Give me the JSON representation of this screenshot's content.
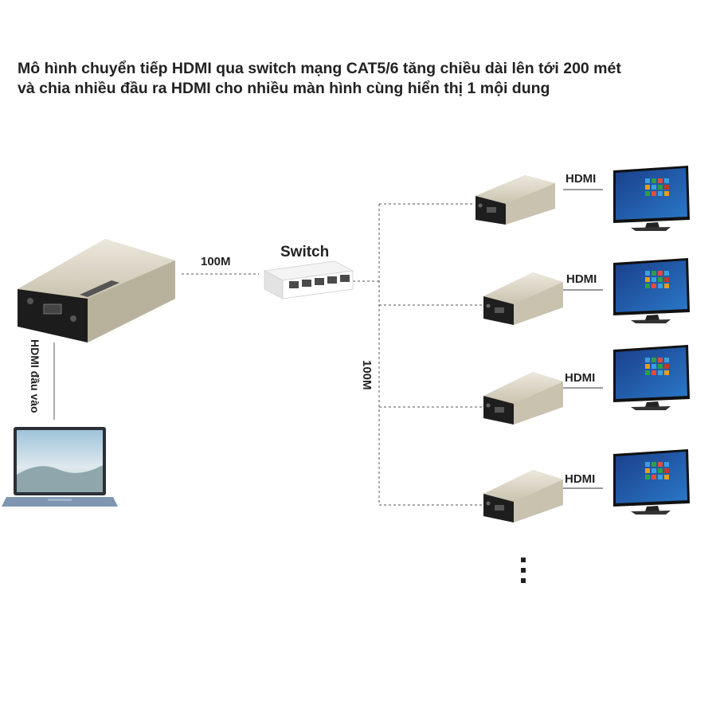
{
  "title": {
    "line1": "Mô hình chuyển tiếp HDMI qua switch mạng CAT5/6 tăng chiều dài lên tới 200 mét",
    "line2": "và chia nhiều đầu ra HDMI cho nhiều màn hình cùng hiển thị 1 mội dung"
  },
  "labels": {
    "link_speed": "100M",
    "switch": "Switch",
    "link_speed_vertical": "100M",
    "hdmi_input": "HDMI đầu vào"
  },
  "receivers": [
    {
      "output_label": "HDMI"
    },
    {
      "output_label": "HDMI"
    },
    {
      "output_label": "HDMI"
    },
    {
      "output_label": "HDMI"
    }
  ],
  "icons": {
    "transmitter": "hdmi-extender-transmitter-icon",
    "switch": "network-switch-icon",
    "receiver": "hdmi-extender-receiver-icon",
    "monitor": "monitor-icon",
    "laptop": "laptop-icon",
    "more": "vertical-ellipsis-icon"
  },
  "colors": {
    "device_body": "#d9d4c4",
    "device_face": "#1c1c1c",
    "screen_blue": "#1f5fb0",
    "dashed_line": "#555555"
  }
}
